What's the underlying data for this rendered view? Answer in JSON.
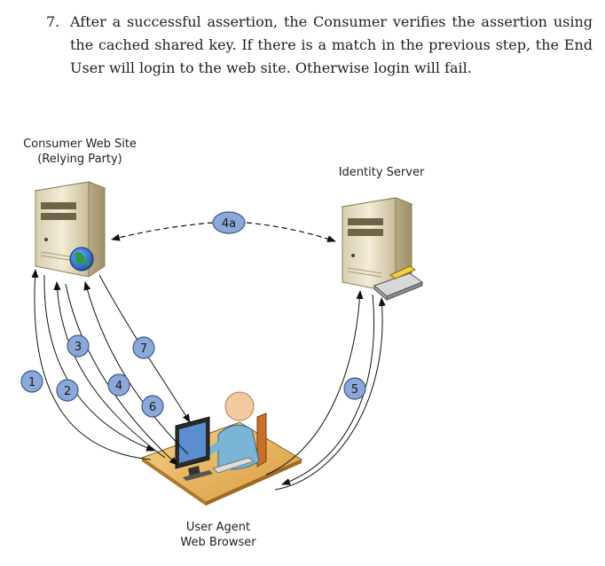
{
  "step": {
    "number": "7.",
    "text": "After a successful assertion, the Consumer verifies the assertion using the cached shared key. If there is a match in the previous step, the End User will login to the web site. Otherwise login will fail."
  },
  "diagram": {
    "consumer_label_1": "Consumer Web Site",
    "consumer_label_2": "(Relying Party)",
    "identity_label": "Identity Server",
    "user_label_1": "User Agent",
    "user_label_2": "Web Browser",
    "badges": {
      "b1": "1",
      "b2": "2",
      "b3": "3",
      "b4": "4",
      "b4a": "4a",
      "b5": "5",
      "b6": "6",
      "b7": "7"
    },
    "colors": {
      "badge_fill": "#8aa8d8",
      "badge_stroke": "#3a5a8c",
      "server_body": "#efe6c8",
      "desk": "#e8b860",
      "person": "#7ab4d6"
    }
  }
}
